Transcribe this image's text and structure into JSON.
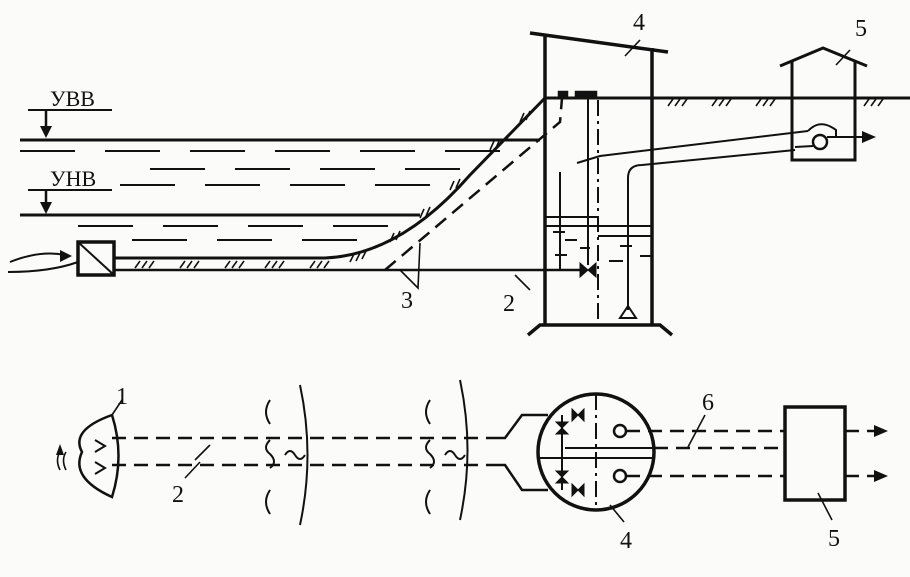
{
  "levels": {
    "upper": "УВВ",
    "lower": "УНВ"
  },
  "labels": {
    "intake": "1",
    "pipe_plan": "2",
    "pipe_section": "2",
    "pipe_alt": "3",
    "station_section": "4",
    "station_plan": "4",
    "consumer_section": "5",
    "consumer_plan": "5",
    "pressure_pipe": "6"
  },
  "colors": {
    "ink": "#111111",
    "paper": "#fbfbfa"
  }
}
